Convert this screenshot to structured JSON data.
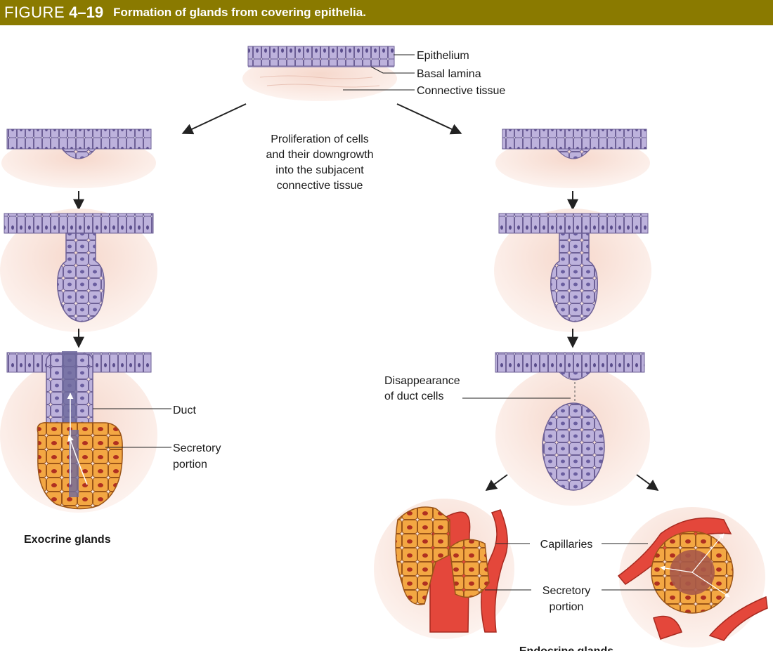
{
  "header": {
    "figure_word": "FIGURE",
    "figure_number": "4–19",
    "title": "Formation of glands from covering epithelia."
  },
  "labels": {
    "epithelium": "Epithelium",
    "basal_lamina": "Basal lamina",
    "connective_tissue": "Connective tissue",
    "proliferation_1": "Proliferation of cells",
    "proliferation_2": "and their downgrowth",
    "proliferation_3": "into the subjacent",
    "proliferation_4": "connective tissue",
    "duct": "Duct",
    "secretory_1": "Secretory",
    "secretory_2": "portion",
    "exocrine": "Exocrine glands",
    "disappearance_1": "Disappearance",
    "disappearance_2": "of duct cells",
    "capillaries": "Capillaries",
    "endo_secretory_1": "Secretory",
    "endo_secretory_2": "portion",
    "endocrine": "Endocrine glands"
  },
  "colors": {
    "header_bg": "#8a7a00",
    "epithelial_cell": "#b7aed8",
    "connective_tissue": "#f6dcd0",
    "secretory_cell": "#f0a040",
    "capillary": "#e0473a"
  }
}
